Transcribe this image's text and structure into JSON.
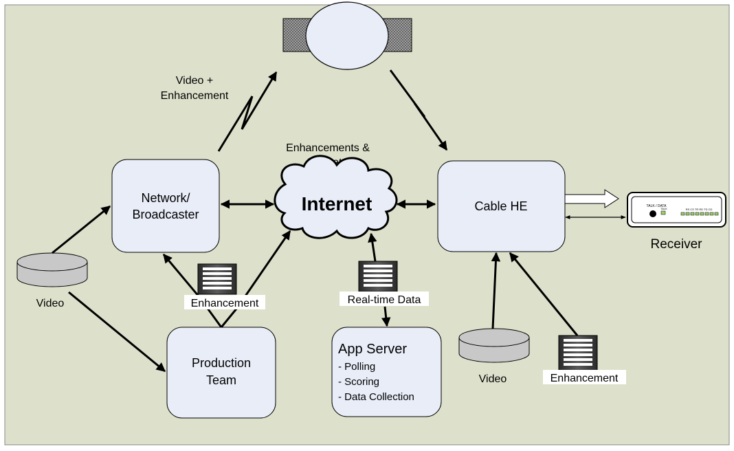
{
  "colors": {
    "background": "#dde1cb",
    "box_fill": "#e8edf8",
    "stroke": "#000000",
    "cylinder": "#c8c8c8"
  },
  "labels": {
    "video_enhancement_1": "Video +",
    "video_enhancement_2": "Enhancement",
    "enhancements_rt_1": "Enhancements &",
    "enhancements_rt_2": "RT Data",
    "internet": "Internet",
    "network_1": "Network/",
    "network_2": "Broadcaster",
    "cable_he": "Cable HE",
    "receiver": "Receiver",
    "receiver_talk": "TALK / DATA",
    "receiver_talk2": "TALK",
    "receiver_leds": "RS CS TR RD TD CD",
    "video_left": "Video",
    "enhancement_left": "Enhancement",
    "production_1": "Production",
    "production_2": "Team",
    "realtime_data": "Real-time Data",
    "app_server_title": "App Server",
    "app_server_items": [
      "- Polling",
      "- Scoring",
      "- Data Collection"
    ],
    "video_right": "Video",
    "enhancement_right": "Enhancement"
  },
  "icons": {
    "satellite": "satellite-icon",
    "cloud": "cloud-icon",
    "server_rack": "server-rack-icon",
    "storage": "storage-cylinder-icon",
    "receiver": "receiver-device-icon"
  }
}
